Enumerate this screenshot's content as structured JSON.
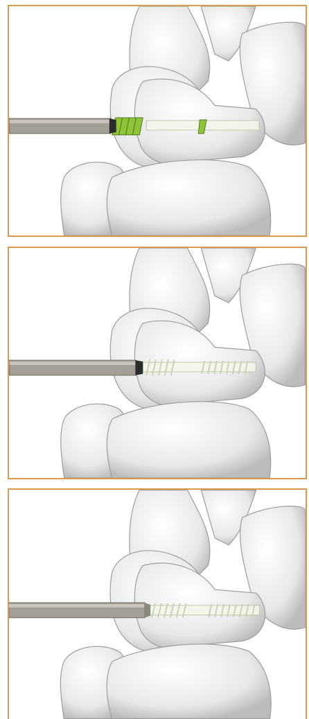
{
  "figure": {
    "panels": [
      {
        "id": "step-1",
        "screw_thread_color": "#8fc43a",
        "screw_state": "partially-inserted"
      },
      {
        "id": "step-2",
        "screw_thread_color": "#e6ecd8",
        "screw_state": "inserted"
      },
      {
        "id": "step-3",
        "screw_thread_color": "#e6ecd8",
        "screw_state": "fully-seated"
      }
    ],
    "colors": {
      "frame": "#d99a4e",
      "bone": "#f2f2f2",
      "bone_shadow": "#bdbdbd",
      "driver_shaft": "#a39e96",
      "driver_tip": "#2b2b2b"
    }
  }
}
